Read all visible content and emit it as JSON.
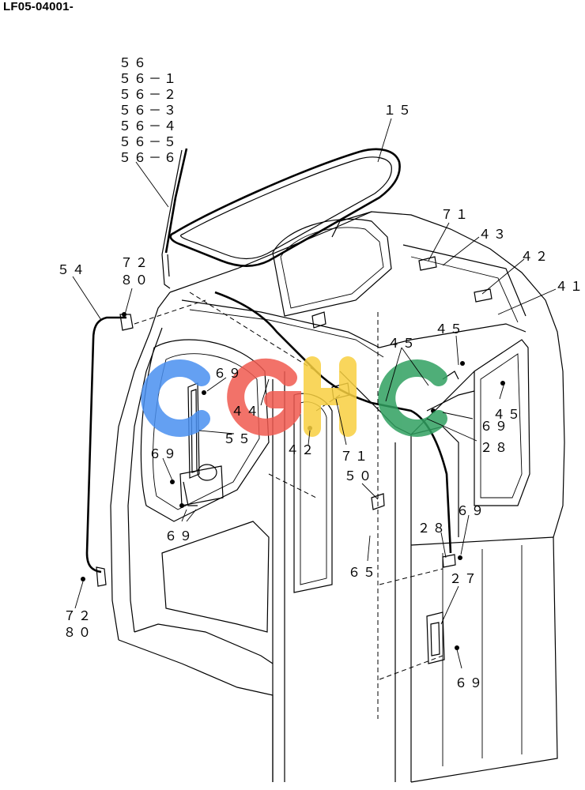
{
  "header": {
    "code": "LF05-04001-"
  },
  "watermark": {
    "text": "CGHC",
    "colors": [
      "#4a90f0",
      "#f05a50",
      "#f8d040",
      "#30a060"
    ]
  },
  "part_labels": {
    "l56": "５６",
    "l56_1": "５６－１",
    "l56_2": "５６－２",
    "l56_3": "５６－３",
    "l56_4": "５６－４",
    "l56_5": "５６－５",
    "l56_6": "５６－６",
    "l15": "１５",
    "l71a": "７１",
    "l43": "４３",
    "l42a": "４２",
    "l41": "４１",
    "l45a": "４５",
    "l45b": "４５",
    "l45c": "４５",
    "l72a": "７２",
    "l80a": "８０",
    "l54": "５４",
    "l69a": "６９",
    "l44": "４４",
    "l55": "５５",
    "l69b": "６９",
    "l69c": "６９",
    "l42b": "４２",
    "l71b": "７１",
    "l69d": "６９",
    "l28a": "２８",
    "l50": "５０",
    "l69e": "６９",
    "l28b": "２８",
    "l65": "６５",
    "l27": "２７",
    "l72b": "７２",
    "l80b": "８０",
    "l69f": "６９"
  }
}
